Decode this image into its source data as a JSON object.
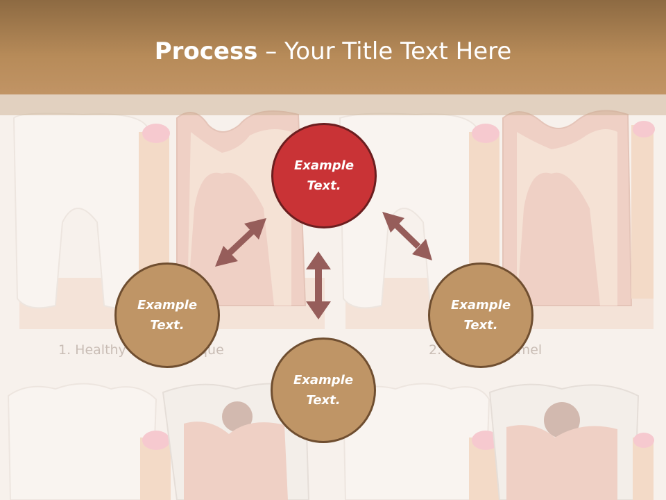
{
  "slide": {
    "title_bold": "Process",
    "title_rest": " – Your Title Text Here"
  },
  "background_captions": {
    "a": "1. Healthy",
    "b": "plaque",
    "c": "2.",
    "d": "namel"
  },
  "nodes": [
    {
      "id": "top",
      "line1": "Example",
      "line2": "Text.",
      "color": "#c93336"
    },
    {
      "id": "left",
      "line1": "Example",
      "line2": "Text.",
      "color": "#bf9566"
    },
    {
      "id": "right",
      "line1": "Example",
      "line2": "Text.",
      "color": "#bf9566"
    },
    {
      "id": "bottom",
      "line1": "Example",
      "line2": "Text.",
      "color": "#bf9566"
    }
  ],
  "colors": {
    "header": "#b78b59",
    "arrow": "#965d5a",
    "accent_node": "#c93336",
    "node": "#bf9566"
  }
}
